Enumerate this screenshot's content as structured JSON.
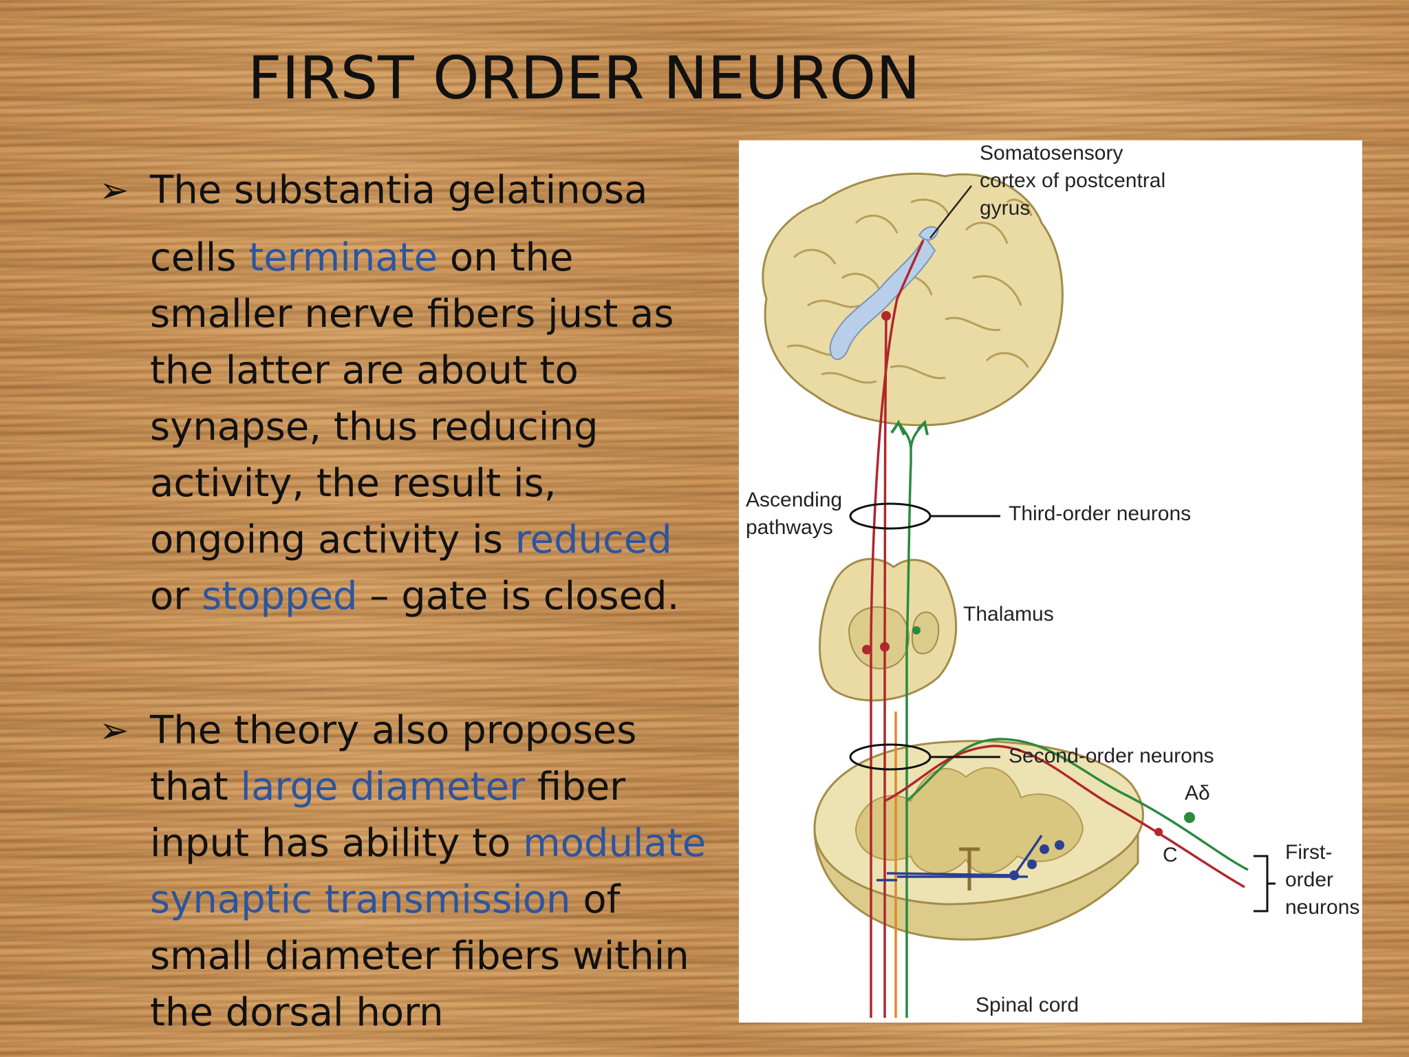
{
  "slide": {
    "title": "FIRST ORDER NEURON",
    "bullet_marker": "➢",
    "bullet1": {
      "line1": "The substantia gelatinosa",
      "line2_a": " cells ",
      "line2_hl": "terminate",
      "line2_b": " on the",
      "line3": "smaller nerve fibers just as",
      "line4": "the latter are about to",
      "line5": "synapse, thus reducing",
      "line6": "activity, the result is,",
      "line7_a": "ongoing activity is ",
      "line7_hl": "reduced",
      "line8_a": "or ",
      "line8_hl": "stopped",
      "line8_b": " – gate is closed."
    },
    "bullet2": {
      "line1": "The theory also proposes",
      "line2_a": "that ",
      "line2_hl": "large diameter",
      "line2_b": " fiber",
      "line3_a": "input has ability to ",
      "line3_hl": "modulate",
      "line4_hl": "synaptic transmission",
      "line4_b": " of",
      "line5": "small diameter fibers within",
      "line6": "the dorsal horn"
    },
    "highlight_color": "#2b55a0"
  },
  "diagram": {
    "labels": {
      "cortex_1": "Somatosensory",
      "cortex_2": "cortex of postcentral",
      "cortex_3": "gyrus",
      "ascending_1": "Ascending",
      "ascending_2": "pathways",
      "third_order": "Third-order neurons",
      "thalamus": "Thalamus",
      "second_order": "Second-order neurons",
      "a_delta": "Aδ",
      "c_fiber": "C",
      "first_order_1": "First-",
      "first_order_2": "order",
      "first_order_3": "neurons",
      "spinal_cord": "Spinal cord"
    },
    "colors": {
      "tissue": "#e9dba3",
      "tissue_dark": "#c9b673",
      "cortex_highlight": "#b9cfe9",
      "red_fiber": "#b0272d",
      "green_fiber": "#2a8a3e",
      "orange_fiber": "#e08a2a",
      "blue_fiber": "#2b3f93"
    }
  }
}
